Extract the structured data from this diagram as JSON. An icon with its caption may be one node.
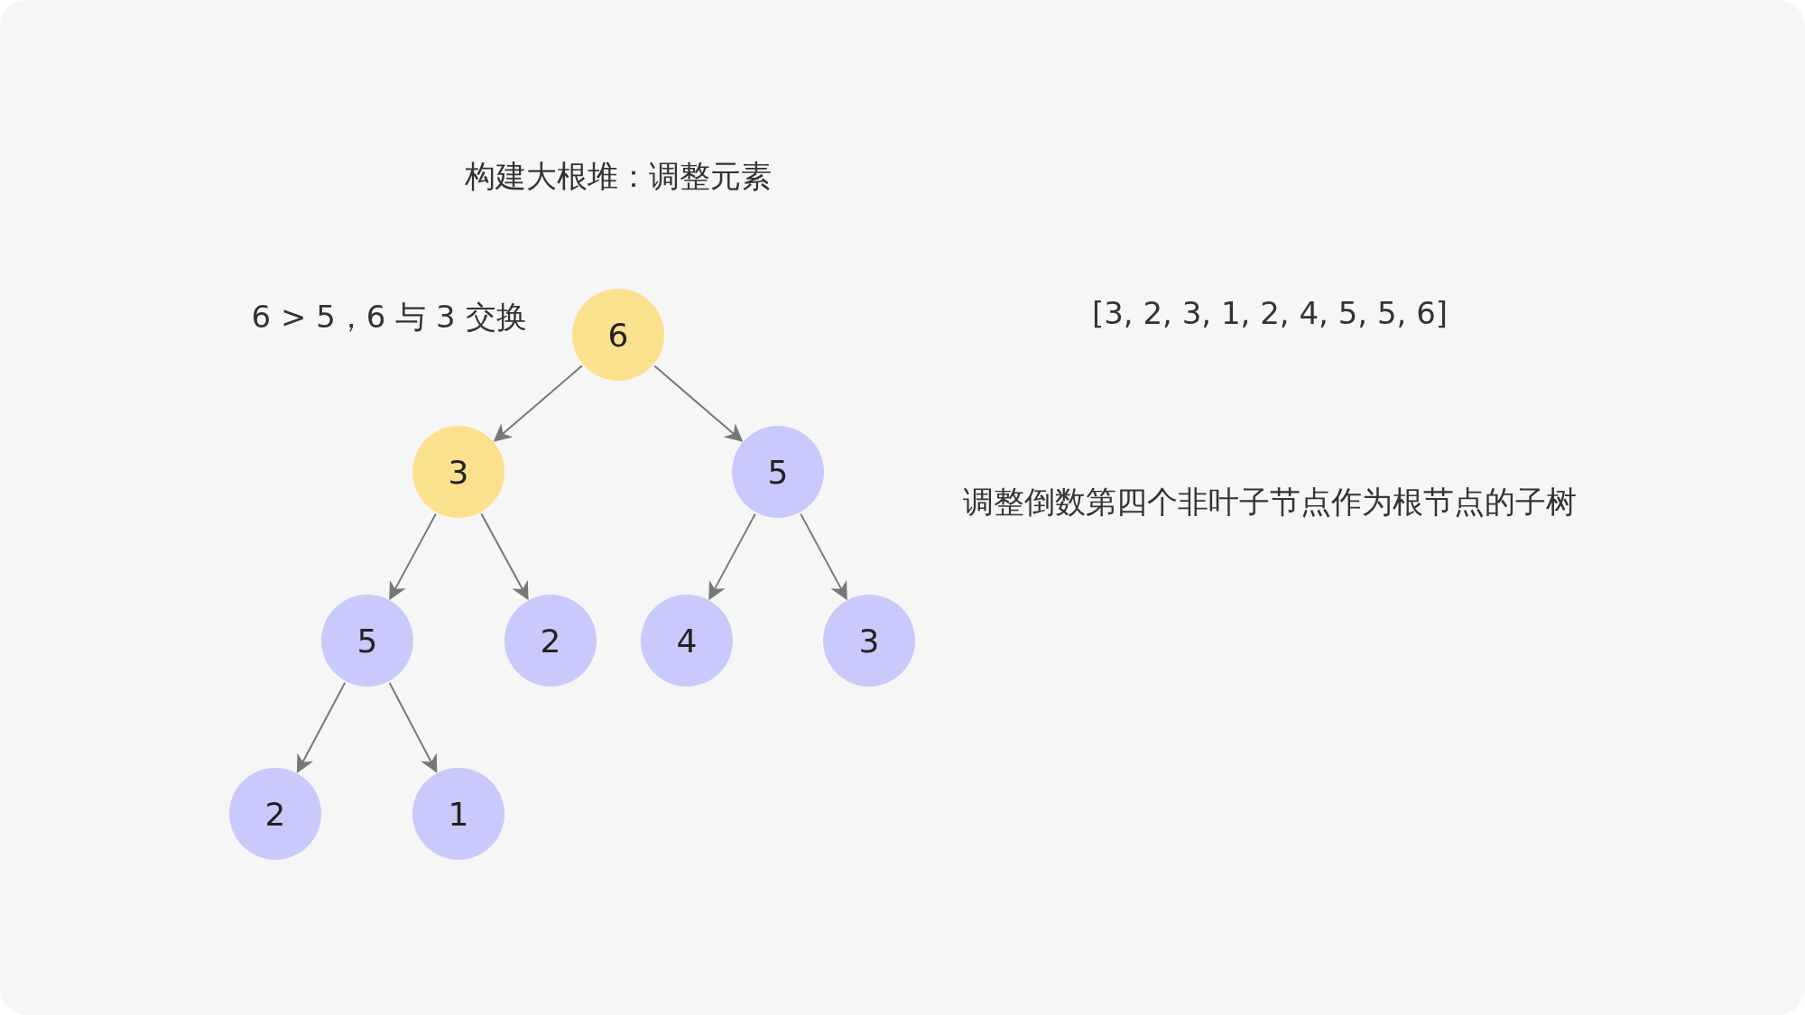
{
  "diagram": {
    "title": "构建大根堆：调整元素",
    "nodes": [
      {
        "text": [
          "6"
        ]
      },
      {
        "text": [
          "3"
        ]
      },
      {
        "text": [
          "5"
        ]
      },
      {
        "text": [
          "5"
        ]
      },
      {
        "text": [
          "2"
        ]
      },
      {
        "text": [
          "4"
        ]
      },
      {
        "text": [
          "3"
        ]
      },
      {
        "text": [
          "2"
        ]
      },
      {
        "text": [
          "1"
        ]
      }
    ],
    "edges": [
      {
        "from": 0,
        "to": 1,
        "arrow": "to"
      },
      {
        "from": 0,
        "to": 2,
        "arrow": "to"
      },
      {
        "from": 1,
        "to": 3,
        "arrow": "to"
      },
      {
        "from": 1,
        "to": 4,
        "arrow": "to"
      },
      {
        "from": 2,
        "to": 5,
        "arrow": "to"
      },
      {
        "from": 2,
        "to": 6,
        "arrow": "to"
      },
      {
        "from": 3,
        "to": 7,
        "arrow": "to"
      },
      {
        "from": 3,
        "to": 8,
        "arrow": "to"
      }
    ],
    "labels": [
      "6 > 5，6 与 3 交换",
      "[3, 2, 3, 1, 2, 4, 5, 5, 6]",
      "调整倒数第四个非叶子节点作为根节点的子树"
    ]
  }
}
